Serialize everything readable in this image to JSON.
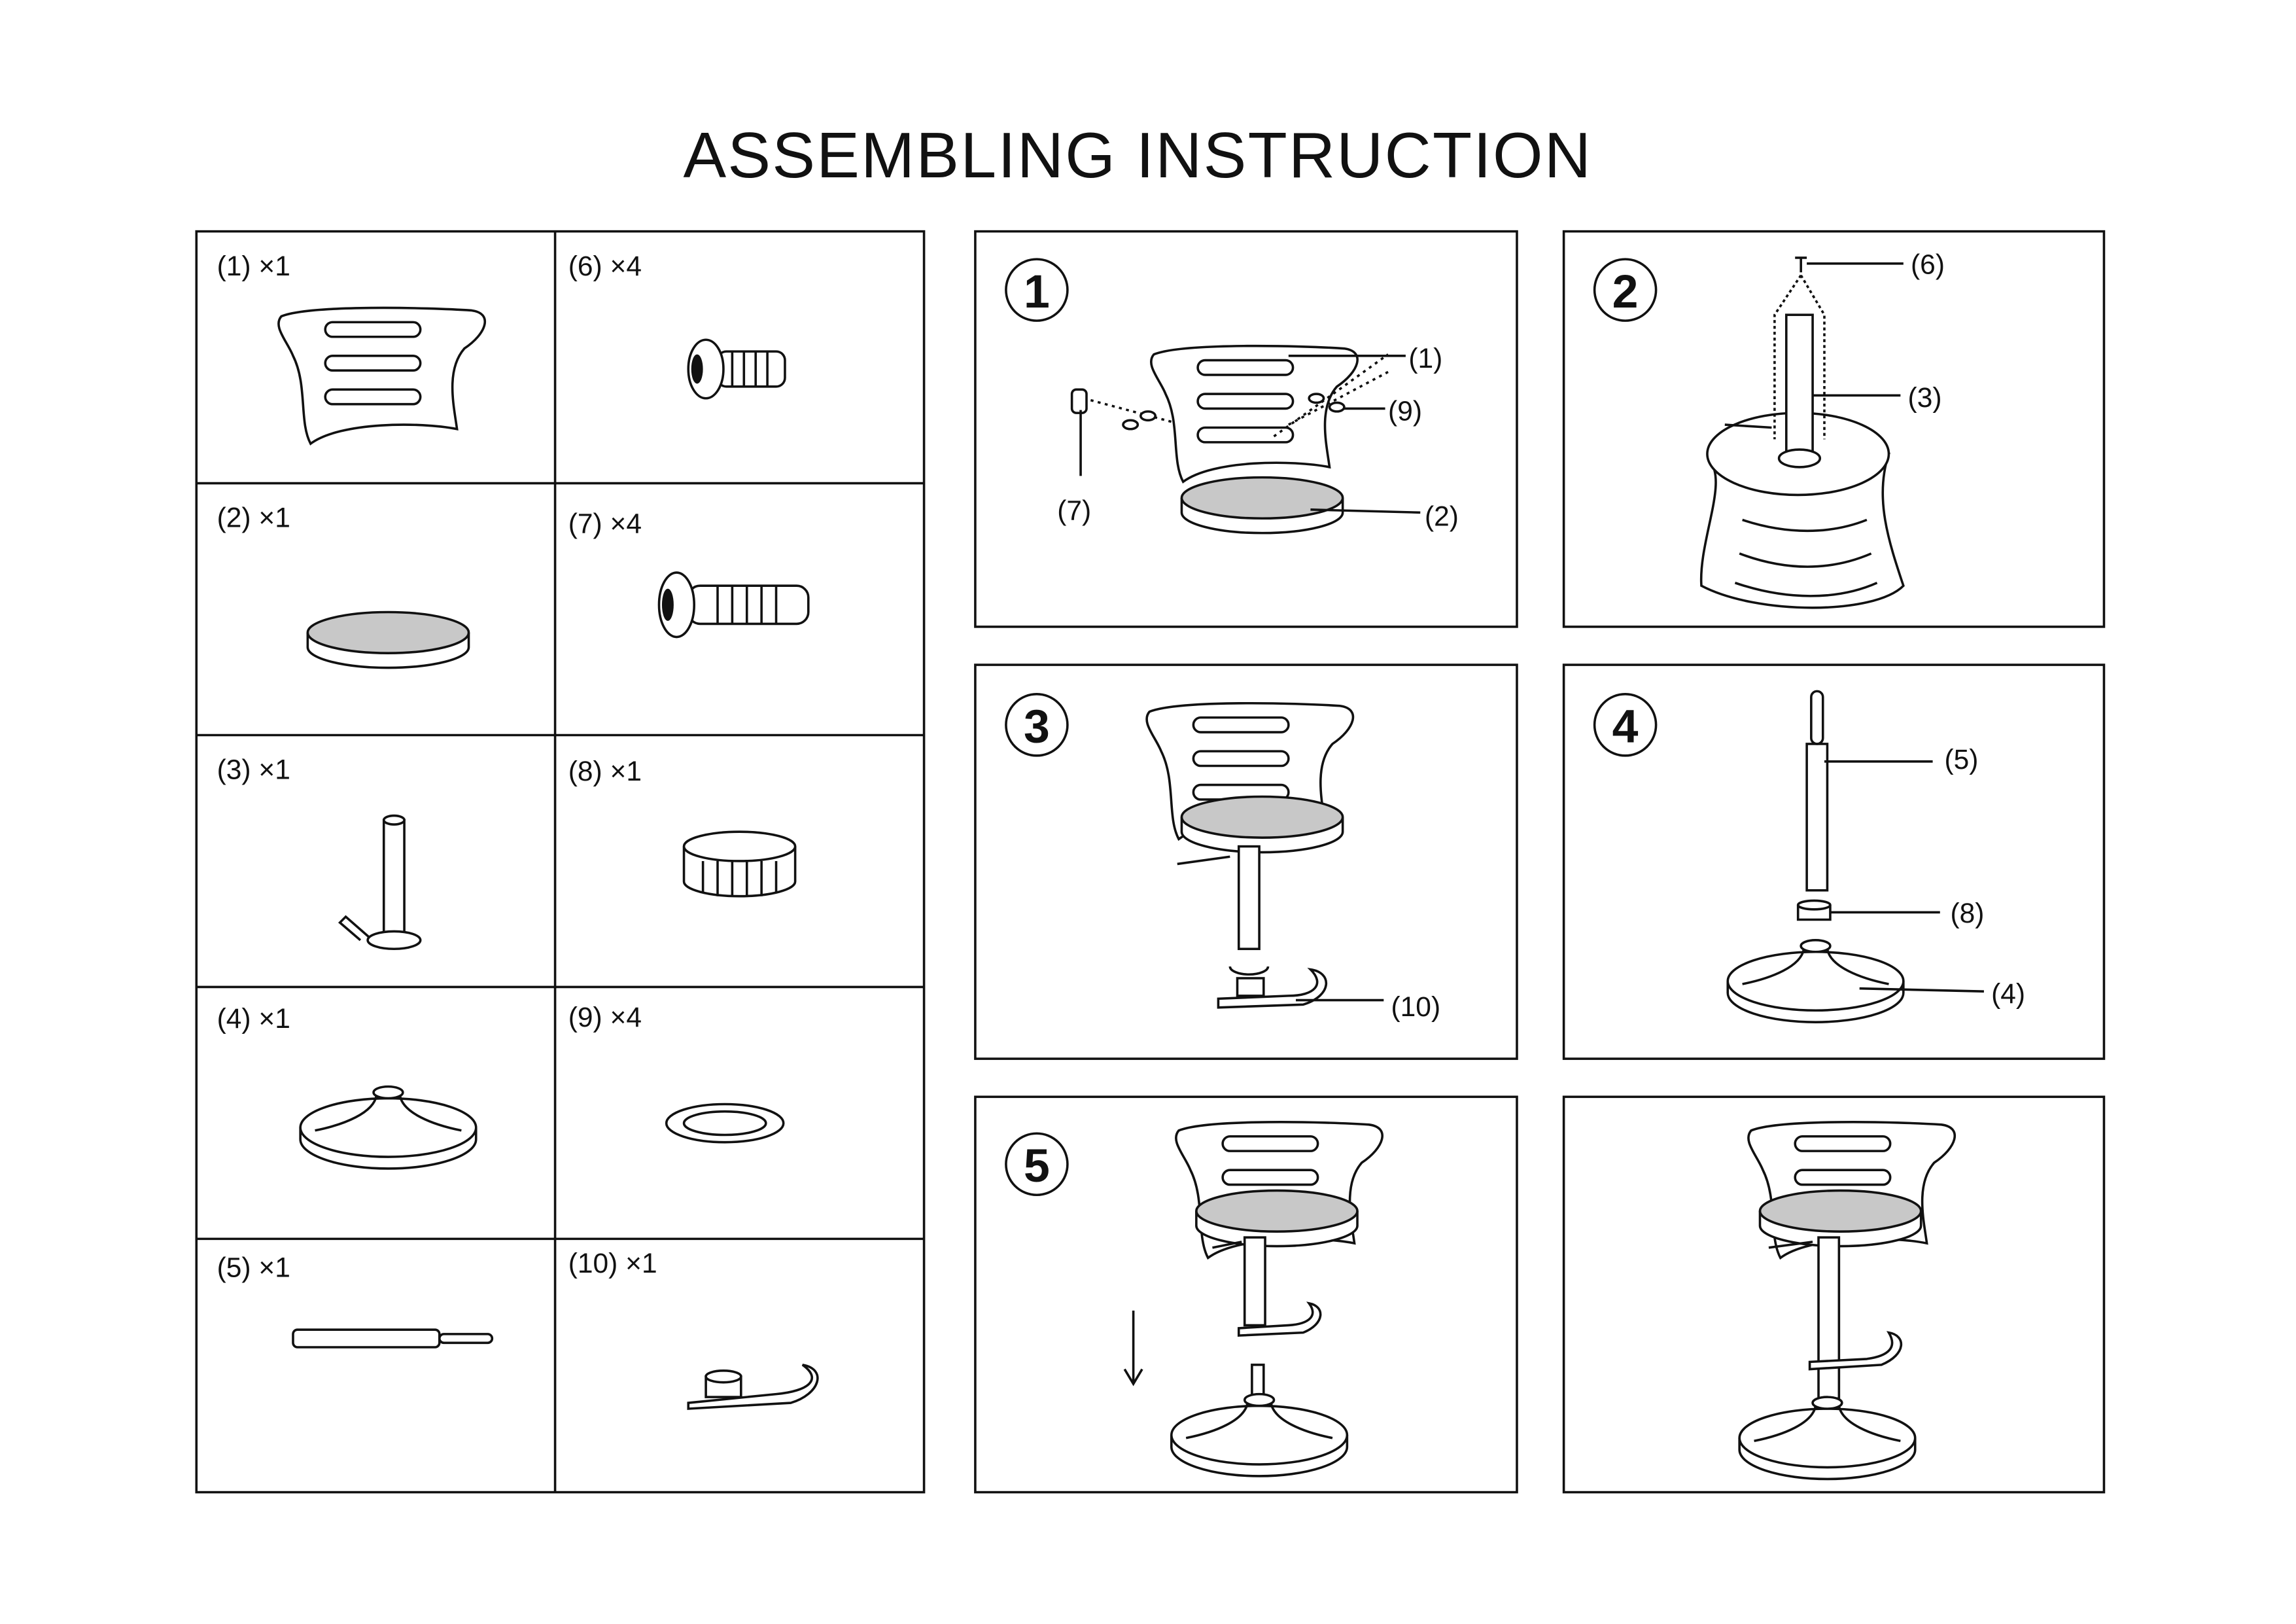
{
  "title": "ASSEMBLING INSTRUCTION",
  "parts": [
    {
      "label": "(1) ×1"
    },
    {
      "label": "(2) ×1"
    },
    {
      "label": "(3) ×1"
    },
    {
      "label": "(4) ×1"
    },
    {
      "label": "(5) ×1"
    },
    {
      "label": "(6) ×4"
    },
    {
      "label": "(7) ×4"
    },
    {
      "label": "(8) ×1"
    },
    {
      "label": "(9) ×4"
    },
    {
      "label": "(10) ×1"
    }
  ],
  "steps": [
    {
      "number": "1",
      "callouts": [
        "(1)",
        "(9)",
        "(7)",
        "(2)"
      ]
    },
    {
      "number": "2",
      "callouts": [
        "(6)",
        "(3)"
      ]
    },
    {
      "number": "3",
      "callouts": [
        "(10)"
      ]
    },
    {
      "number": "4",
      "callouts": [
        "(5)",
        "(8)",
        "(4)"
      ]
    },
    {
      "number": "5",
      "callouts": []
    }
  ]
}
